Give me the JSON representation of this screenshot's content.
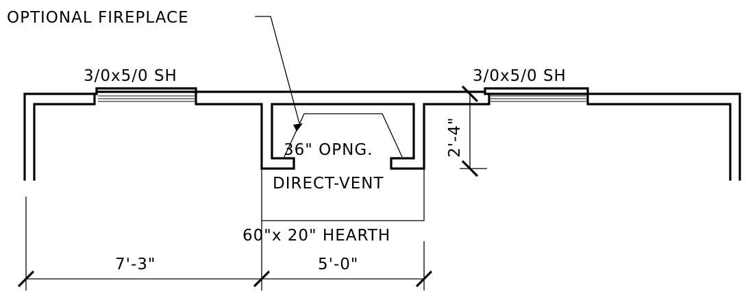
{
  "labels": {
    "callout": "OPTIONAL FIREPLACE",
    "window_left": "3/0x5/0 SH",
    "window_right": "3/0x5/0 SH",
    "opening": "36\" OPNG.",
    "vent": "DIRECT-VENT",
    "hearth": "60\"x 20\" HEARTH",
    "depth_dim": "2'-4\"",
    "dim_left": "7'-3\"",
    "dim_mid": "5'-0\""
  }
}
